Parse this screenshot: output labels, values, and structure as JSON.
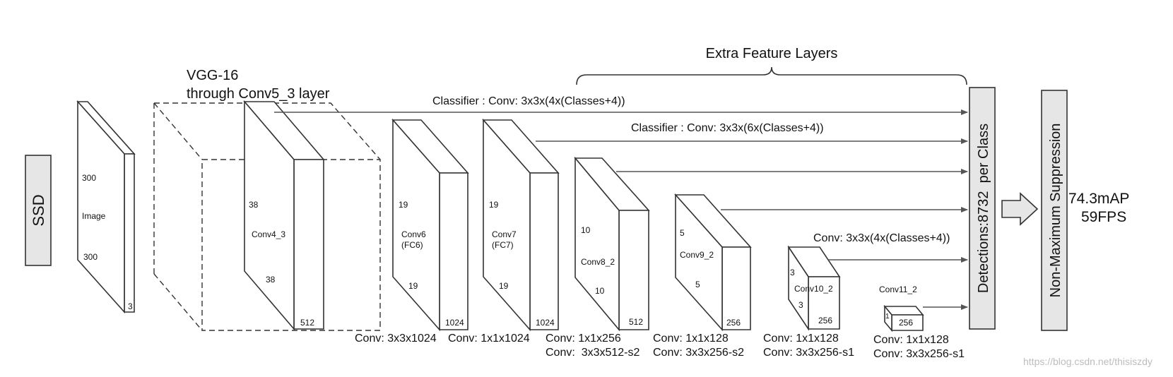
{
  "title": "SSD",
  "extra_feature_layers": "Extra Feature Layers",
  "vgg": {
    "line1": "VGG-16",
    "line2": "through Conv5_3 layer"
  },
  "classifier_top": "Classifier : Conv: 3x3x(4x(Classes+4))",
  "classifier_mid": "Classifier : Conv: 3x3x(6x(Classes+4))",
  "classifier_low": "Conv: 3x3x(4x(Classes+4))",
  "image": {
    "label": "Image",
    "h": "300",
    "w": "300",
    "d": "3"
  },
  "conv4_3": {
    "label": "Conv4_3",
    "h": "38",
    "w": "38",
    "d": "512"
  },
  "conv6": {
    "label1": "Conv6",
    "label2": "(FC6)",
    "h": "19",
    "w": "19",
    "d": "1024",
    "op": "Conv: 3x3x1024"
  },
  "conv7": {
    "label1": "Conv7",
    "label2": "(FC7)",
    "h": "19",
    "w": "19",
    "d": "1024",
    "op": "Conv: 1x1x1024"
  },
  "conv8_2": {
    "label": "Conv8_2",
    "h": "10",
    "w": "10",
    "d": "512",
    "op1": "Conv: 1x1x256",
    "op2": "Conv:  3x3x512-s2"
  },
  "conv9_2": {
    "label": "Conv9_2",
    "h": "5",
    "w": "5",
    "d": "256",
    "op1": "Conv: 1x1x128",
    "op2": "Conv: 3x3x256-s2"
  },
  "conv10_2": {
    "label": "Conv10_2",
    "h": "3",
    "w": "3",
    "d": "256",
    "op1": "Conv: 1x1x128",
    "op2": "Conv: 3x3x256-s1"
  },
  "conv11_2": {
    "label": "Conv11_2",
    "h": "1",
    "d": "256",
    "op1": "Conv: 1x1x128",
    "op2": "Conv: 3x3x256-s1"
  },
  "detections": "Detections:8732  per Class",
  "nms": "Non-Maximum Suppression",
  "result": {
    "map": "74.3mAP",
    "fps": "59FPS"
  },
  "watermark": "https://blog.csdn.net/thisiszdy"
}
